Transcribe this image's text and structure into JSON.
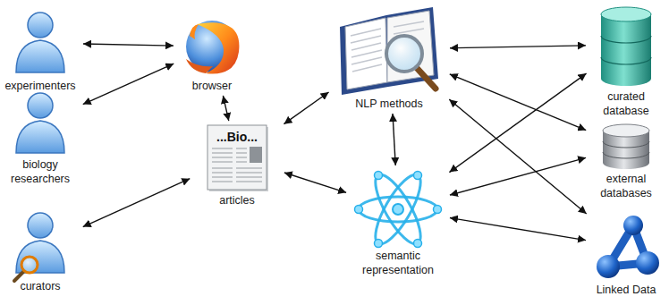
{
  "diagram": {
    "nodes": [
      {
        "text": [
          "experimenters"
        ]
      },
      {
        "text": [
          "biology researchers"
        ]
      },
      {
        "text": [
          "curators"
        ]
      },
      {
        "text": [
          "browser"
        ]
      },
      {
        "text": [
          "...Bio...",
          "articles"
        ]
      },
      {
        "text": [
          "NLP methods"
        ]
      },
      {
        "text": [
          "semantic representation"
        ]
      },
      {
        "text": [
          "curated database"
        ]
      },
      {
        "text": [
          "external databases"
        ]
      },
      {
        "text": [
          "Linked Data"
        ]
      }
    ],
    "edges": [
      {
        "from": 0,
        "to": 3,
        "arrow": "both"
      },
      {
        "from": 1,
        "to": 3,
        "arrow": "both"
      },
      {
        "from": 2,
        "to": 4,
        "arrow": "both"
      },
      {
        "from": 3,
        "to": 4,
        "arrow": "both"
      },
      {
        "from": 4,
        "to": 5,
        "arrow": "both"
      },
      {
        "from": 4,
        "to": 6,
        "arrow": "both"
      },
      {
        "from": 5,
        "to": 6,
        "arrow": "both"
      },
      {
        "from": 5,
        "to": 7,
        "arrow": "both"
      },
      {
        "from": 5,
        "to": 8,
        "arrow": "both"
      },
      {
        "from": 5,
        "to": 9,
        "arrow": "both"
      },
      {
        "from": 6,
        "to": 7,
        "arrow": "both"
      },
      {
        "from": 6,
        "to": 8,
        "arrow": "both"
      },
      {
        "from": 6,
        "to": 9,
        "arrow": "both"
      }
    ]
  }
}
